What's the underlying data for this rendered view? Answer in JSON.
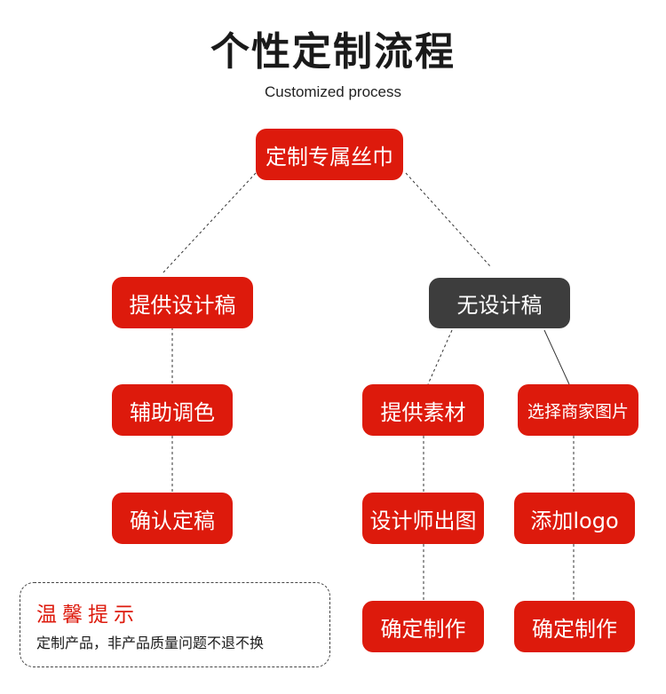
{
  "header": {
    "title": "个性定制流程",
    "subtitle": "Customized process"
  },
  "colors": {
    "accent": "#dd1a0c",
    "dark_node": "#3d3d3d"
  },
  "nodes": {
    "root": "定制专属丝巾",
    "provide_design": "提供设计稿",
    "no_design": "无设计稿",
    "color_assist": "辅助调色",
    "confirm_draft": "确认定稿",
    "provide_material": "提供素材",
    "select_merchant_image": "选择商家图片",
    "designer_draws": "设计师出图",
    "add_logo": "添加logo",
    "confirm_make_1": "确定制作",
    "confirm_make_2": "确定制作"
  },
  "notice": {
    "title": "温馨提示",
    "text": "定制产品，非产品质量问题不退不换"
  }
}
